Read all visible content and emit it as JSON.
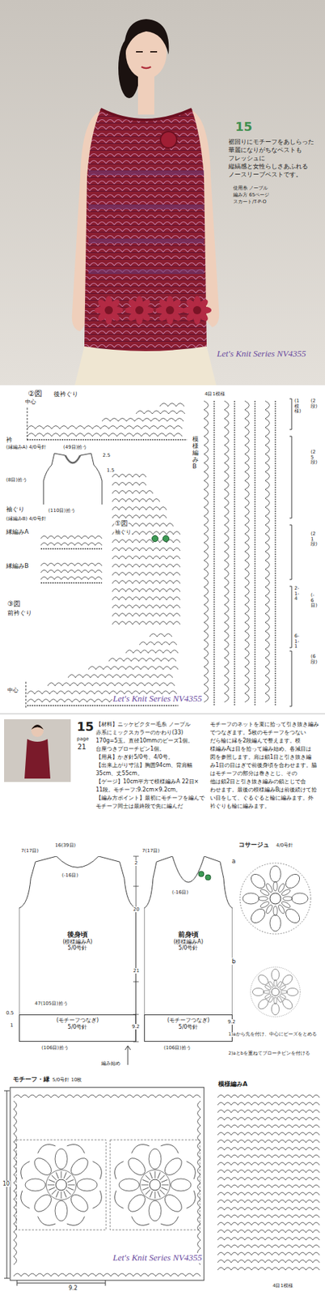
{
  "diagram": {
    "nodes": [
      {
        "text": [
          "後身頃",
          "(模様編みA)",
          "5/0号針"
        ]
      },
      {
        "text": [
          "(モチーフつなぎ)",
          "5/0号針"
        ],
        "in": 0
      },
      {
        "text": [
          "前身頃",
          "(模様編みA)",
          "5/0号針"
        ]
      },
      {
        "text": [
          "(モチーフつなぎ)",
          "5/0号針"
        ],
        "in": 2
      }
    ],
    "labels": [
      "15",
      "裾回りにモチーフをあしらった",
      "華麗になりがちなベストも",
      "フレッシュに",
      "縦縞感と女性らしさあふれる",
      "ノースリーブベストです。",
      "使用糸 ノーブル",
      "編み方 65ページ",
      "スカート/T-P-O",
      "Let's Knit Series NV4355",
      "②図",
      "後衿ぐり",
      "中心",
      "衿",
      "(縁編みA) 4/0号針",
      "(49目)拾う",
      "2.5",
      "1.5",
      "(8目)拾う",
      "(110目)拾う",
      "袖ぐり",
      "(縁編みB) 4/0号針",
      "縁編みA",
      "縁編みB",
      "①図",
      "袖ぐり",
      "③図",
      "前衿ぐり",
      "中心",
      "模様編みB",
      "4目1模様",
      "(1模様)",
      "(2段)",
      "(25段)",
      "(21段)",
      "2-1-4",
      "(-6目)",
      "6-1-1",
      "(6段)",
      "Let's Knit Series NV4355",
      "15",
      "page",
      "21",
      "【材料】ニッケビクター毛糸 ノーブル",
      "赤系にミックスカラーのかわり(33)",
      "170g=5玉。直径10mmのビーズ1個。",
      "台座つきブローチピン1個。",
      "【用具】かぎ針5/0号、4/0号。",
      "【出来上がり寸法】胸囲94cm、背肩幅",
      "35cm、丈55cm。",
      "【ゲージ】10cm平方で模様編みA 22目×",
      "11段。モチーフ:9.2cm×9.2cm。",
      "【編み方ポイント】最初にモチーフを編んで",
      "モチーフ同士は最終段で先に編んだ",
      "モチーフのネットを束に拾って引き抜き編み",
      "でつなぎます。5枚のモチーフをつない",
      "だら輪に縁を2段編んで整えます。模",
      "様編みAは目を拾って編み始め、各減目は",
      "図を参照します。肩は鎖1目と引き抜き編",
      "み1目の目はぎで前後身頃を合わせます。脇",
      "はモチーフの部分は巻きとじ、その",
      "他は鎖2目と引き抜き編みの鎖とじで合",
      "わせます。最後の模様編みBは前後続けて拾",
      "い目をして、ぐるぐると輪に編みます。外",
      "衿ぐりも輪に編みます。",
      "7(17目)",
      "16(39目)",
      "(-16目)",
      "2",
      "20",
      "21",
      "9.2",
      "(106目)拾う",
      "47(105目)拾う",
      "0.5",
      "1",
      "編み始め",
      "7(17目)",
      "(-16目)",
      "9.2",
      "(106目)拾う",
      "コサージュ",
      "4/0号針",
      "a",
      "b",
      "1)aから先を付け、中心にビーズをとめる",
      "2)aとbを重ねてブローチピンを付ける",
      "モチーフ・縁",
      "5/0号針 10枚",
      "模様編みA",
      "10",
      "9.2",
      "4目1模様",
      "Let's Knit Series NV4355"
    ]
  }
}
